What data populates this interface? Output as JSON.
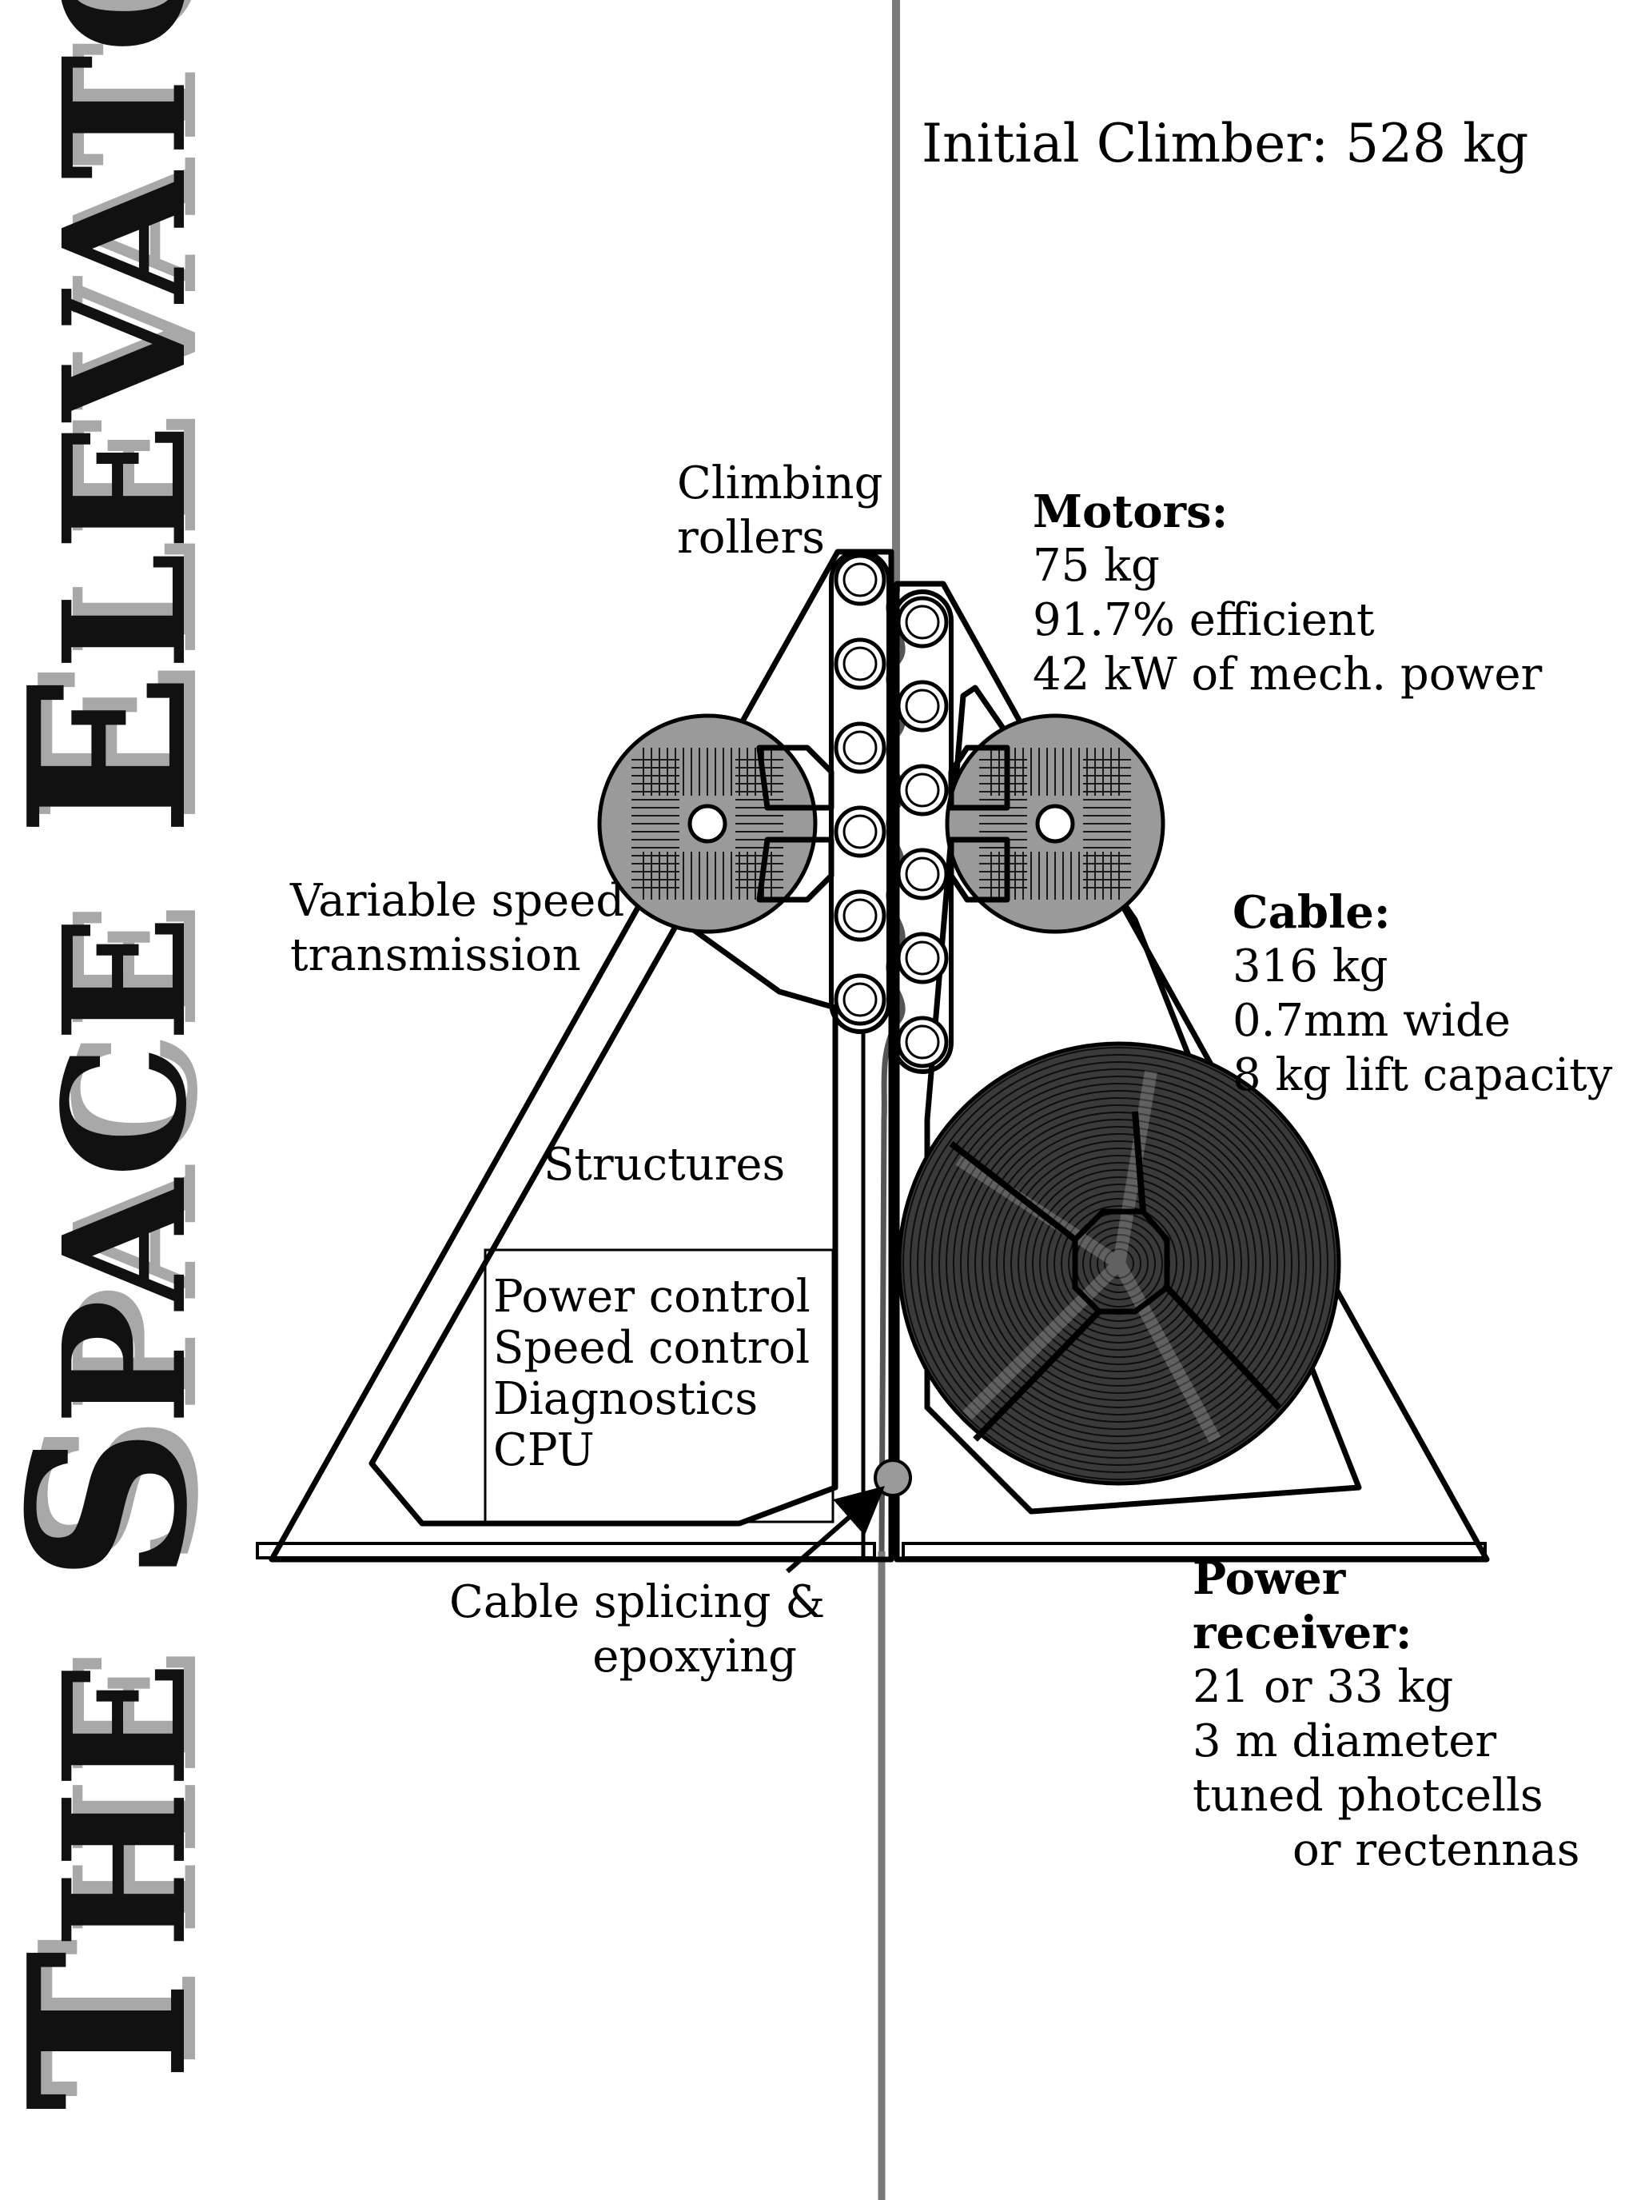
{
  "title_words": [
    {
      "initial": "T",
      "rest": "HE"
    },
    {
      "initial": "S",
      "rest": "PACE"
    },
    {
      "initial": "E",
      "rest": "LEVATOR"
    }
  ],
  "heading": "Initial Climber: 528 kg",
  "labels": {
    "climbing_rollers": [
      "Climbing",
      "rollers"
    ],
    "variable_speed_transmission": [
      "Variable speed",
      "transmission"
    ],
    "structures": "Structures",
    "electronics": [
      "Power control",
      "Speed control",
      "Diagnostics",
      "CPU"
    ],
    "cable_splicing": [
      "Cable splicing &",
      "epoxying"
    ]
  },
  "specs": {
    "motors": {
      "heading": "Motors:",
      "lines": [
        "75 kg",
        "91.7% efficient",
        "42 kW of mech. power"
      ]
    },
    "cable": {
      "heading": "Cable:",
      "lines": [
        "316 kg",
        "0.7mm wide",
        "8 kg lift capacity"
      ]
    },
    "power_receiver": {
      "heading": [
        "Power",
        "receiver:"
      ],
      "lines": [
        "21 or 33 kg",
        "3 m diameter",
        "tuned photcells",
        "or rectennas"
      ]
    }
  },
  "colors": {
    "ink": "#000000",
    "ribbon": "#7a7a7a",
    "motor_fill": "#9a9a9a",
    "spool_fill": "#3a3a3a",
    "title_shadow": "#a8a8a8"
  }
}
